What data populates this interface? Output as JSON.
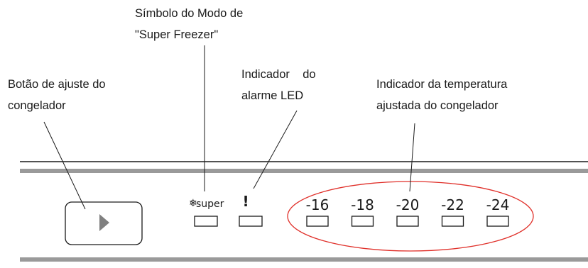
{
  "callouts": {
    "super_mode": {
      "line1": "Símbolo do Modo de",
      "line2": "\"Super Freezer\""
    },
    "adjust_button": {
      "line1": "Botão de ajuste do",
      "line2": "congelador"
    },
    "alarm_led": {
      "line1": "Indicador    do",
      "line2": "alarme LED"
    },
    "temperature": {
      "line1": "Indicador da temperatura",
      "line2": "ajustada do congelador"
    }
  },
  "panel": {
    "super_symbol": "❄",
    "super_label": "super",
    "alarm_symbol": "!",
    "temperatures": [
      "-16",
      "-18",
      "-20",
      "-22",
      "-24"
    ]
  },
  "colors": {
    "line": "#1a1a1a",
    "strip": "#9a9a9a",
    "highlight_ellipse": "#e0302a"
  }
}
